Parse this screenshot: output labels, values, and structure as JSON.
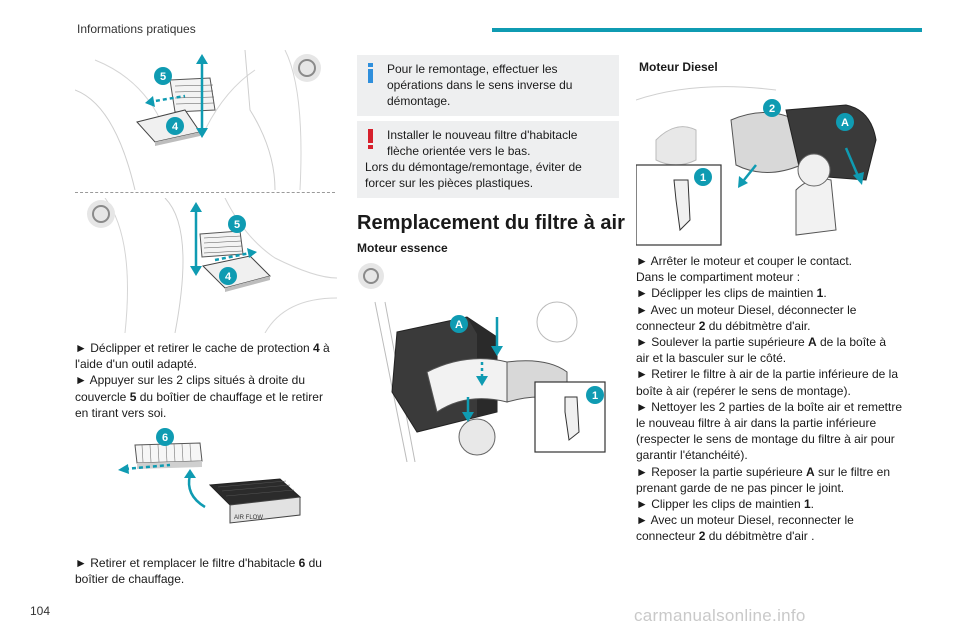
{
  "header": {
    "section": "Informations pratiques",
    "accent_color": "#0f9bb2"
  },
  "page_number": "104",
  "watermark": "carmanualsonline.info",
  "left_column": {
    "figure1_callouts": [
      "5",
      "4"
    ],
    "figure2_callouts": [
      "5",
      "4"
    ],
    "figure3_callout": "6",
    "figure3_label": "AIR FLOW",
    "step1": {
      "bullet": "►",
      "pre": " Déclipper et retirer le cache de protection ",
      "ref": "4",
      "post": " à l'aide d'un outil adapté."
    },
    "step2": {
      "bullet": "►",
      "pre": " Appuyer sur les 2 clips situés à droite du couvercle ",
      "ref": "5",
      "post": " du boîtier de chauffage et le retirer en tirant vers soi."
    },
    "step3": {
      "bullet": "►",
      "pre": " Retirer et remplacer le filtre d'habitacle ",
      "ref": "6",
      "post": " du boîtier de chauffage."
    }
  },
  "middle_column": {
    "info_note": {
      "line1": "Pour le remontage, effectuer les",
      "rest": "opérations dans le sens inverse du démontage."
    },
    "warning_note": {
      "line1": "Installer le nouveau filtre d'habitacle",
      "line2": "flèche orientée vers le bas.",
      "line3": "Lors du démontage/remontage, éviter de forcer sur les pièces plastiques."
    },
    "section_title": "Remplacement du filtre à air",
    "petrol_heading": "Moteur essence",
    "petrol_callouts": [
      "A",
      "1"
    ]
  },
  "right_column": {
    "diesel_heading": "Moteur Diesel",
    "diesel_callouts": [
      "2",
      "A",
      "1"
    ],
    "steps": [
      {
        "bullet": "►",
        "pre": " Arrêter le moteur et couper le contact.",
        "ref": "",
        "post": ""
      },
      {
        "bullet": "",
        "pre": "Dans le compartiment moteur :",
        "ref": "",
        "post": ""
      },
      {
        "bullet": "►",
        "pre": " Déclipper les clips de maintien ",
        "ref": "1",
        "post": "."
      },
      {
        "bullet": "►",
        "pre": " Avec un moteur Diesel, déconnecter le connecteur ",
        "ref": "2",
        "post": " du débitmètre d'air."
      },
      {
        "bullet": "►",
        "pre": " Soulever la partie supérieure ",
        "ref": "A",
        "post": " de la boîte à air et la basculer sur le côté."
      },
      {
        "bullet": "►",
        "pre": " Retirer le filtre à air de la partie inférieure de la boîte à air (repérer le sens de montage).",
        "ref": "",
        "post": ""
      },
      {
        "bullet": "►",
        "pre": " Nettoyer les 2 parties de la boîte air et remettre le nouveau filtre à air dans la partie inférieure (respecter le sens de montage du filtre à air pour garantir l'étanchéité).",
        "ref": "",
        "post": ""
      },
      {
        "bullet": "►",
        "pre": " Reposer la partie supérieure ",
        "ref": "A",
        "post": " sur le filtre en prenant garde de ne pas pincer le joint."
      },
      {
        "bullet": "►",
        "pre": " Clipper les clips de maintien ",
        "ref": "1",
        "post": "."
      },
      {
        "bullet": "►",
        "pre": " Avec un moteur Diesel, reconnecter le connecteur ",
        "ref": "2",
        "post": " du débitmètre d'air ."
      }
    ]
  },
  "colors": {
    "callout": "#0f9bb2",
    "info": "#2f8fdc",
    "warning": "#d6202c",
    "note_bg": "#eeeff0"
  }
}
